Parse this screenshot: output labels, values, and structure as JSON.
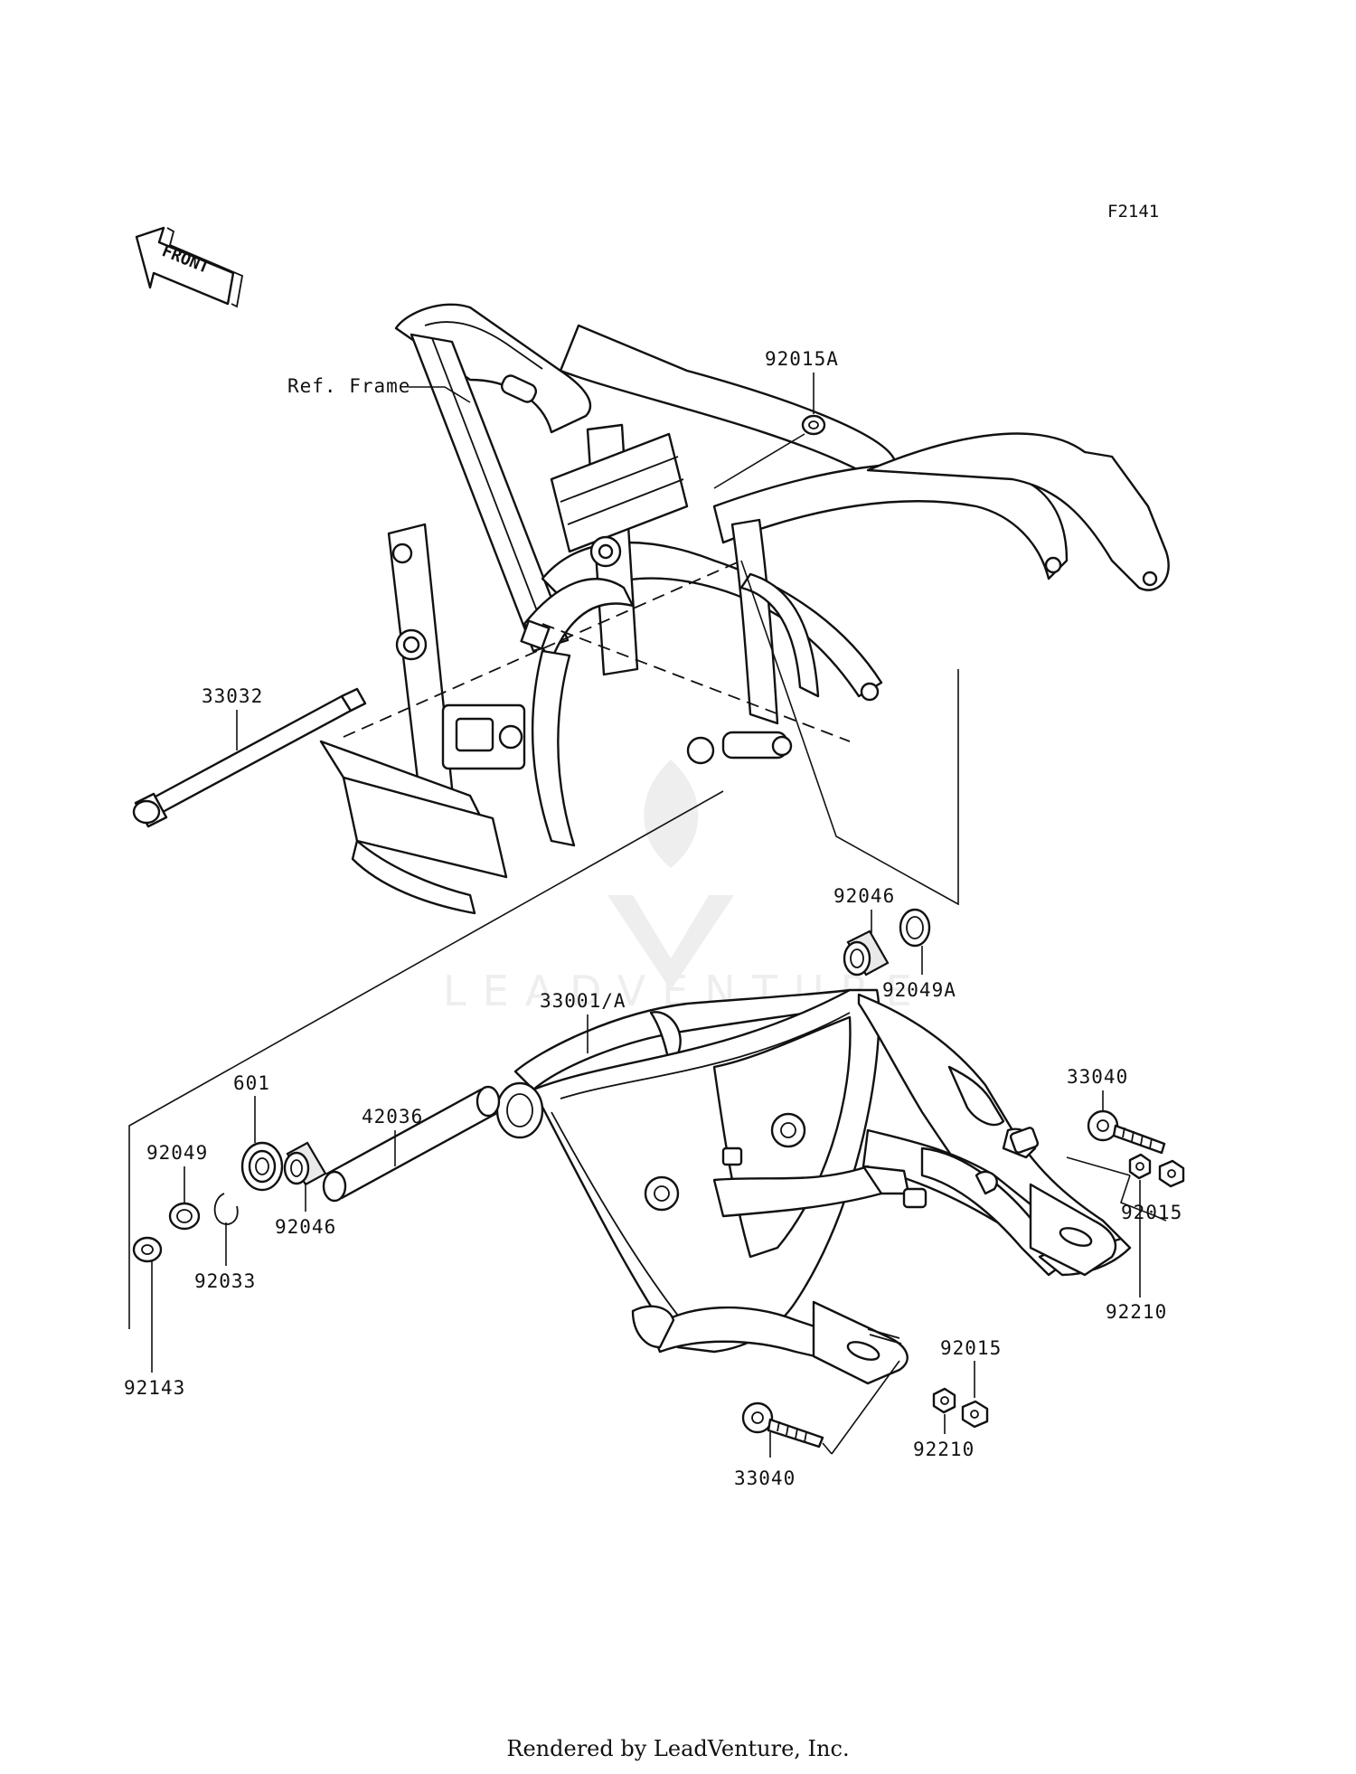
{
  "diagram_code": "F2141",
  "front_label": "FRONT",
  "ref_label": "Ref. Frame",
  "watermark_text": "LEADVENTURE",
  "footer": "Rendered by LeadVenture, Inc.",
  "parts": {
    "p92015A": "92015A",
    "p33032": "33032",
    "p92046_top": "92046",
    "p92049A": "92049A",
    "p33001A": "33001/A",
    "p42036": "42036",
    "p601": "601",
    "p92049": "92049",
    "p92046_low": "92046",
    "p92033": "92033",
    "p92143": "92143",
    "p33040_right": "33040",
    "p92015_right": "92015",
    "p92210_right": "92210",
    "p92015_low": "92015",
    "p92210_low": "92210",
    "p33040_low": "33040"
  }
}
